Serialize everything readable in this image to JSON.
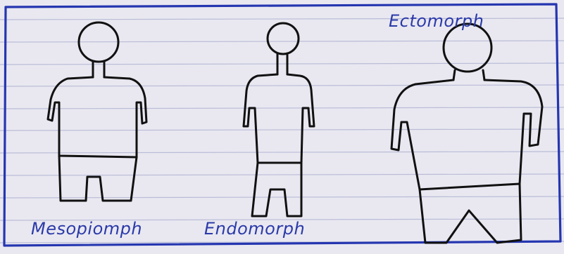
{
  "labels": {
    "ectomorph": "Ectomorph",
    "mesomorph": "Mesopiomph",
    "endomorph": "Endomorph"
  },
  "colors": {
    "paper": "#e9e8f1",
    "rule_line": "#b9bcd6",
    "border_ink": "#2536b0",
    "figure_ink": "#111111",
    "label_ink": "#2b3aa8"
  }
}
